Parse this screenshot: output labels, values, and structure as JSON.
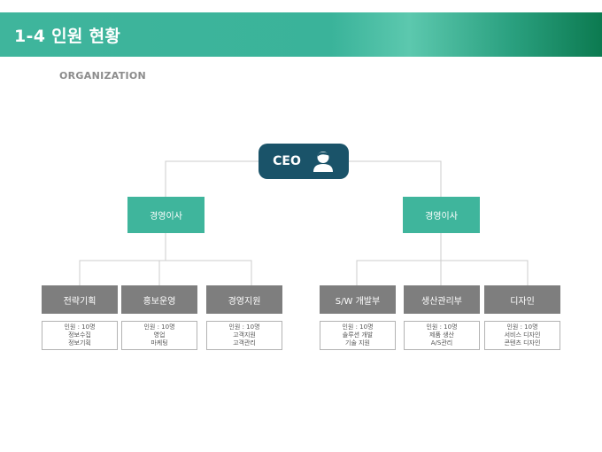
{
  "header": {
    "title": "1-4 인원 현황"
  },
  "subtitle": "ORGANIZATION",
  "ceo": {
    "label": "CEO",
    "icon": "user-icon"
  },
  "colors": {
    "header": "#3fb59c",
    "ceo": "#1a5369",
    "exec": "#3fb59c",
    "dept": "#7e7e7e",
    "line": "#cccccc"
  },
  "executives": [
    {
      "label": "경영이사"
    },
    {
      "label": "경영이사"
    }
  ],
  "departments": [
    {
      "name": "전략기획",
      "lines": [
        "인원 : 10명",
        "정보수집",
        "정보기획"
      ]
    },
    {
      "name": "홍보운영",
      "lines": [
        "인원 : 10명",
        "영업",
        "마케팅"
      ]
    },
    {
      "name": "경영지원",
      "lines": [
        "인원 : 10명",
        "고객지원",
        "고객관리"
      ]
    },
    {
      "name": "S/W 개발부",
      "lines": [
        "인원 : 10명",
        "솔루션 개발",
        "기술 지원"
      ]
    },
    {
      "name": "생산관리부",
      "lines": [
        "인원 : 10명",
        "제품 생산",
        "A/S관리"
      ]
    },
    {
      "name": "디자인",
      "lines": [
        "인원 : 10명",
        "서비스 디자인",
        "콘텐츠 디자인"
      ]
    }
  ]
}
